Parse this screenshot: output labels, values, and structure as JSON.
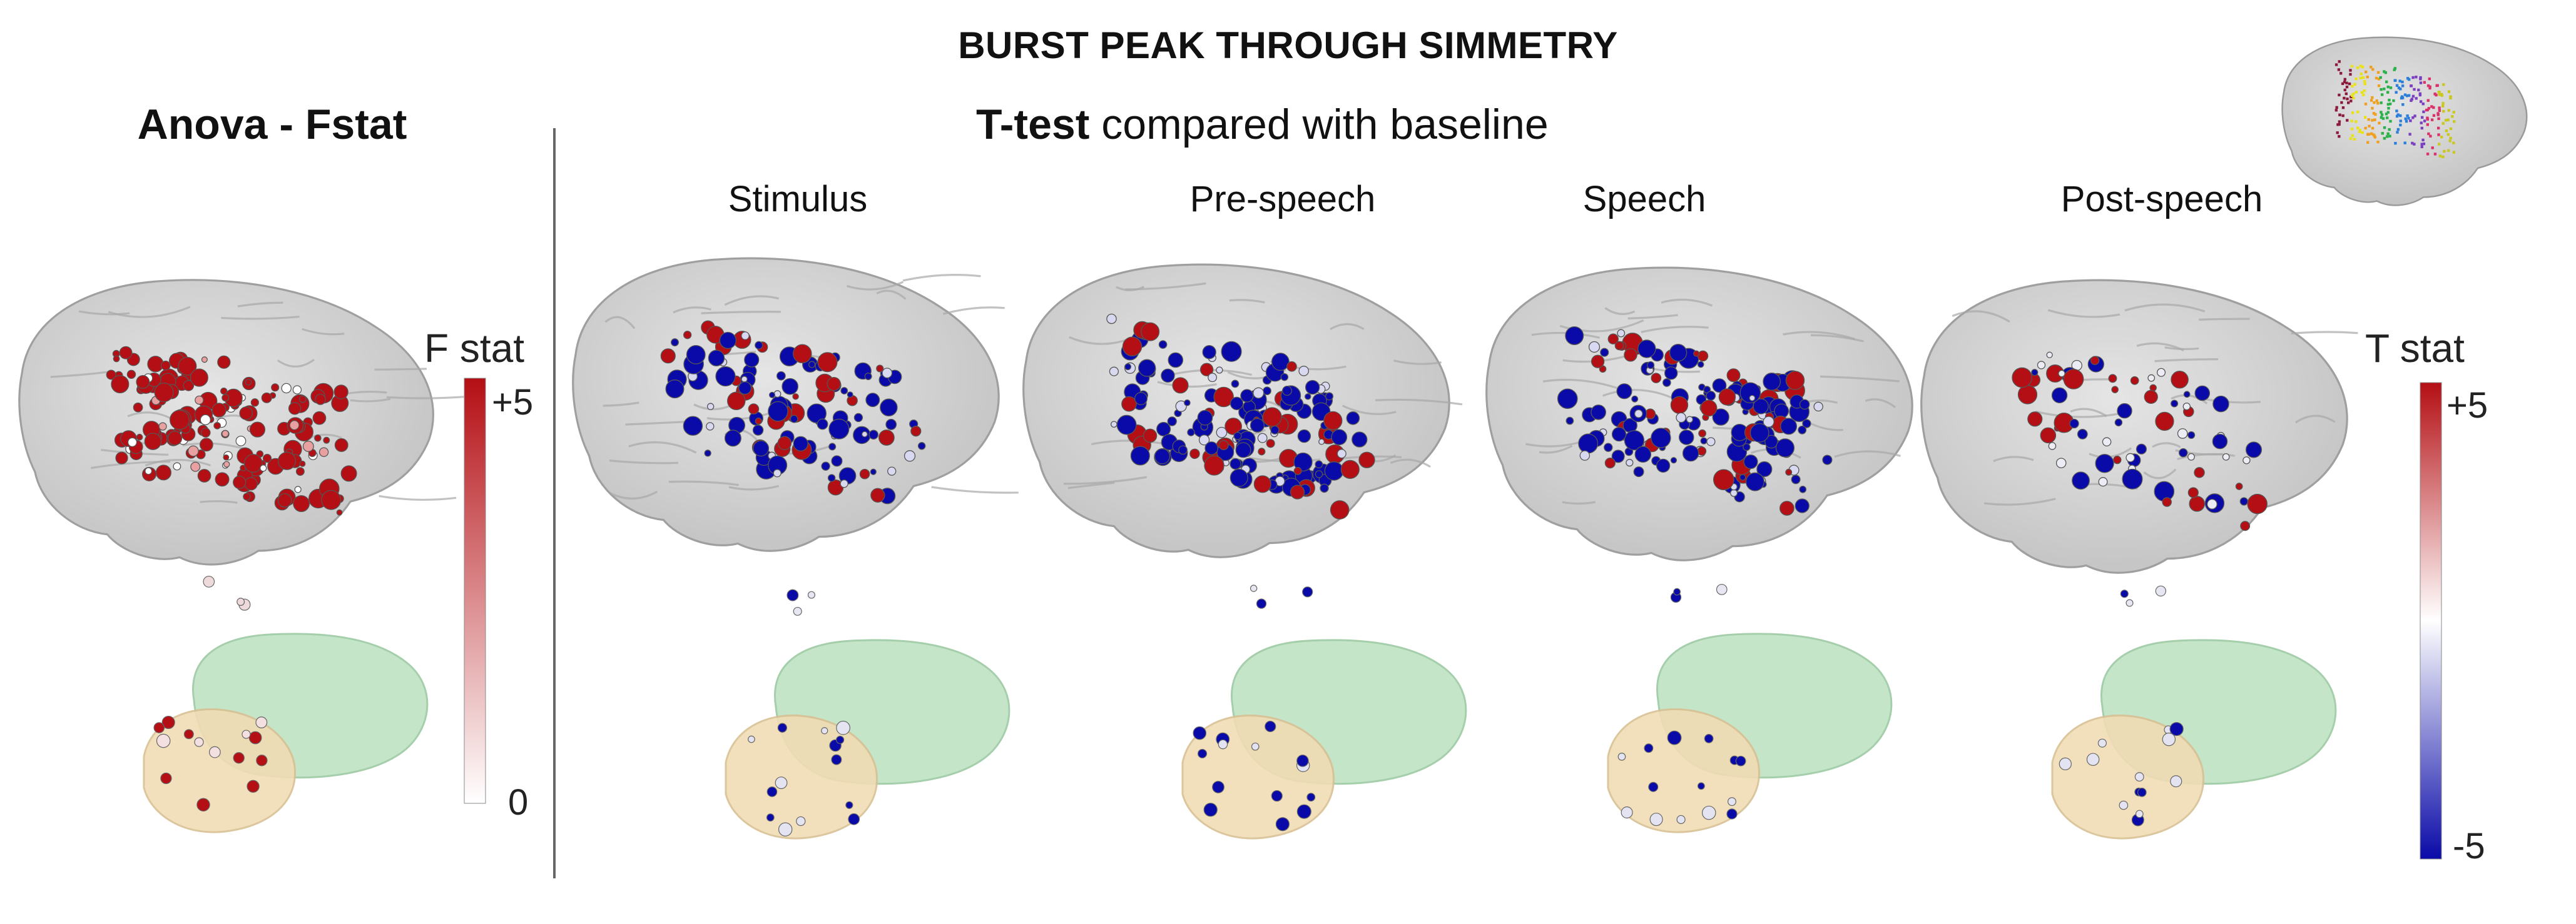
{
  "title": "BURST PEAK THROUGH SIMMETRY",
  "left_panel": {
    "title": "Anova - Fstat",
    "colorbar": {
      "label": "F stat",
      "max_label": "+5",
      "min_label": "0",
      "colors": [
        "#ffffff",
        "#b40f14"
      ]
    }
  },
  "right_panel": {
    "title_bold": "T-test",
    "title_rest": " compared with baseline",
    "conditions": [
      "Stimulus",
      "Pre-speech",
      "Speech",
      "Post-speech"
    ],
    "colorbar": {
      "label": "T stat",
      "max_label": "+5",
      "min_label": "-5",
      "colors": [
        "#0a0aa8",
        "#ffffff",
        "#b40f14"
      ]
    }
  },
  "panels": [
    {
      "id": "anova",
      "dominant": "red",
      "electrode_density": "high"
    },
    {
      "id": "stimulus",
      "dominant": "blue",
      "electrode_density": "medium"
    },
    {
      "id": "pre-speech",
      "dominant": "blue",
      "electrode_density": "high"
    },
    {
      "id": "speech",
      "dominant": "blue",
      "electrode_density": "high"
    },
    {
      "id": "post-speech",
      "dominant": "mixed",
      "electrode_density": "low"
    }
  ],
  "colors": {
    "brain": "#c9c9c9",
    "brain_outline": "#9a9a9a",
    "striatum_green": "#bfe3c4",
    "thalamus_tan": "#f1dcb4",
    "red": "#b40f14",
    "blue": "#0a0aa8"
  },
  "legend_icon": "brain-parcellation-icon"
}
